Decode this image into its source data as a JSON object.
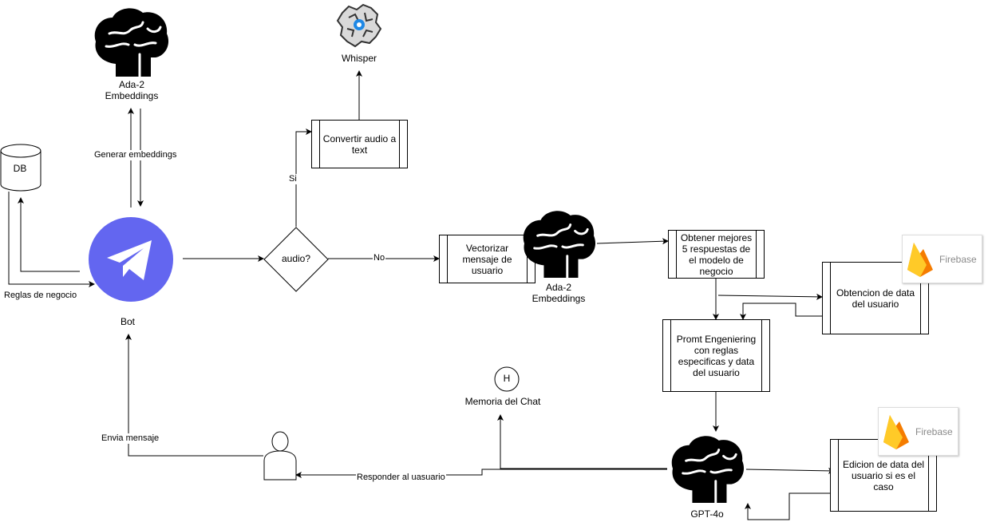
{
  "nodes": {
    "ada_top": {
      "line1": "Ada-2",
      "line2": "Embeddings"
    },
    "whisper": {
      "label": "Whisper"
    },
    "db": {
      "label": "DB"
    },
    "bot": {
      "label": "Bot"
    },
    "convertir": {
      "label": "Convertir audio a text"
    },
    "audio": {
      "label": "audio?"
    },
    "vectorizar": {
      "label": "Vectorizar mensaje de usuario"
    },
    "ada_mid": {
      "line1": "Ada-2",
      "line2": "Embeddings"
    },
    "obtener": {
      "label": "Obtener mejores 5 respuestas de el modelo de negocio"
    },
    "obtencion": {
      "label": "Obtencion de data del usuario"
    },
    "firebase_top": {
      "label": "Firebase"
    },
    "promt": {
      "label": "Promt Engeniering con reglas especificas y data del usuario"
    },
    "memoria": {
      "icon_letter": "H",
      "label": "Memoria del Chat"
    },
    "gpt": {
      "label": "GPT-4o"
    },
    "edicion": {
      "label": "Edicion de data del usuario si es el caso"
    },
    "firebase_bottom": {
      "label": "Firebase"
    }
  },
  "edges": {
    "generar": "Generar embeddings",
    "reglas": "Reglas de negocio",
    "si": "Si",
    "no": "No",
    "envia": "Envia mensaje",
    "responder": "Responder al uasuario"
  },
  "colors": {
    "telegram": "#6366f0",
    "firebase_yellow": "#ffca28",
    "firebase_orange": "#f57c00",
    "whisper_gear": "#1e88e5"
  }
}
